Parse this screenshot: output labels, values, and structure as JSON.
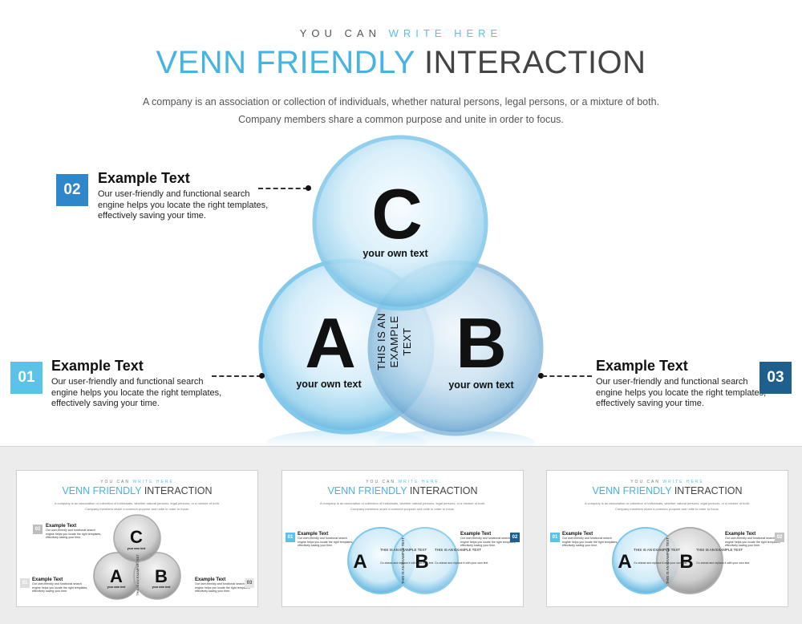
{
  "kicker": {
    "part1": "YOU CAN",
    "part2": "WRITE HERE"
  },
  "title": {
    "part1": "VENN FRIENDLY",
    "part2": "INTERACTION"
  },
  "subtitle": "A company is an association or collection of individuals, whether natural persons, legal persons, or a mixture of both. Company members share a common purpose and unite in order to focus.",
  "circles": {
    "a": {
      "letter": "A",
      "caption": "your own text"
    },
    "b": {
      "letter": "B",
      "caption": "your own text"
    },
    "c": {
      "letter": "C",
      "caption": "your own text"
    },
    "overlap": {
      "line1": "THIS IS AN",
      "line2": "EXAMPLE",
      "line3": "TEXT"
    }
  },
  "callouts": [
    {
      "number": "01",
      "heading": "Example Text",
      "body": "Our user-friendly and functional search engine helps you locate the right templates, effectively saving your time.",
      "color": "#5bc2ea"
    },
    {
      "number": "02",
      "heading": "Example Text",
      "body": "Our user-friendly and functional search engine helps you locate the right templates, effectively saving your time.",
      "color": "#2f86c8"
    },
    {
      "number": "03",
      "heading": "Example Text",
      "body": "Our user-friendly and functional search engine helps you locate the right templates, effectively saving your time.",
      "color": "#1f5f8e"
    }
  ],
  "thumbnails": [
    {
      "variant": "gray-three",
      "circles": {
        "a": "A",
        "b": "B",
        "c": "C",
        "overlap": "THIS IS AN EXAMPLE TEXT",
        "caption": "your own text"
      },
      "callouts": [
        {
          "number": "02",
          "heading": "Example Text",
          "color": "#bdbdbd"
        },
        {
          "number": "01",
          "heading": "Example Text",
          "color": "#dedede"
        },
        {
          "number": "03",
          "heading": "Example Text",
          "color": "#e6e6e6"
        }
      ]
    },
    {
      "variant": "blue-two",
      "circles": {
        "a": "A",
        "b": "B",
        "side": "THIS IS AN EXAMPLE TEXT",
        "side_body": "Go ahead and replace it with your own text",
        "overlap": "THIS IS AN EXAMPLE TEXT"
      },
      "callouts": [
        {
          "number": "01",
          "heading": "Example Text",
          "color": "#5bc2ea"
        },
        {
          "number": "02",
          "heading": "Example Text",
          "color": "#1f5f8e"
        }
      ]
    },
    {
      "variant": "blue-gray-two",
      "circles": {
        "a": "A",
        "b": "B",
        "side": "THIS IS AN EXAMPLE TEXT",
        "side_body": "Go ahead and replace it with your own text",
        "overlap": "THIS IS AN EXAMPLE TEXT"
      },
      "callouts": [
        {
          "number": "01",
          "heading": "Example Text",
          "color": "#5bc2ea"
        },
        {
          "number": "02",
          "heading": "Example Text",
          "color": "#c5c5c5"
        }
      ]
    }
  ],
  "colors": {
    "accent": "#45b4e2",
    "circle_light": "#dff3fc",
    "circle_mid": "#a9dbf2",
    "circle_rim": "#78c3e6"
  }
}
